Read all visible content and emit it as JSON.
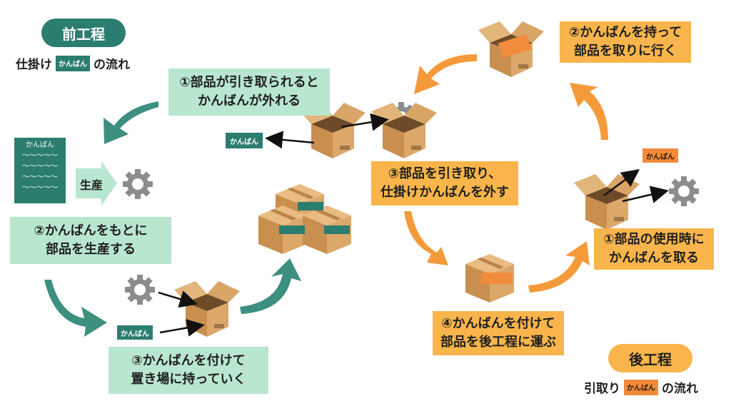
{
  "upstream": {
    "title": "前工程",
    "flow_pre": "仕掛け",
    "flow_tag": "かんばん",
    "flow_post": "の流れ",
    "step1": [
      "①部品が引き取られると",
      "かんばんが外れる"
    ],
    "step2": [
      "②かんばんをもとに",
      "部品を生産する"
    ],
    "step3": [
      "③かんばんを付けて",
      "置き場に持っていく"
    ],
    "produce_label": "生産",
    "doc_title": "かんばん",
    "doc_lines": [
      "～～～～～",
      "～～～～～",
      "～～～～～",
      "～～～～～"
    ],
    "kanban_tag": "かんばん"
  },
  "downstream": {
    "title": "後工程",
    "flow_pre": "引取り",
    "flow_tag": "かんばん",
    "flow_post": "の流れ",
    "step1": [
      "①部品の使用時に",
      "かんばんを取る"
    ],
    "step2": [
      "②かんばんを持って",
      "部品を取りに行く"
    ],
    "step3": [
      "③部品を引き取り、",
      "仕掛けかんばんを外す"
    ],
    "step4": [
      "④かんばんを付けて",
      "部品を後工程に運ぶ"
    ],
    "kanban_tag": "かんばん"
  },
  "colors": {
    "upstream_pill": "#2b7d6f",
    "upstream_box": "#b9e6cf",
    "downstream_pill": "#f9b54b",
    "downstream_box": "#f9b54b",
    "teal_arrow": "#3d8f80",
    "orange_arrow": "#f59a3a",
    "cardboard": "#cf9a5c"
  }
}
